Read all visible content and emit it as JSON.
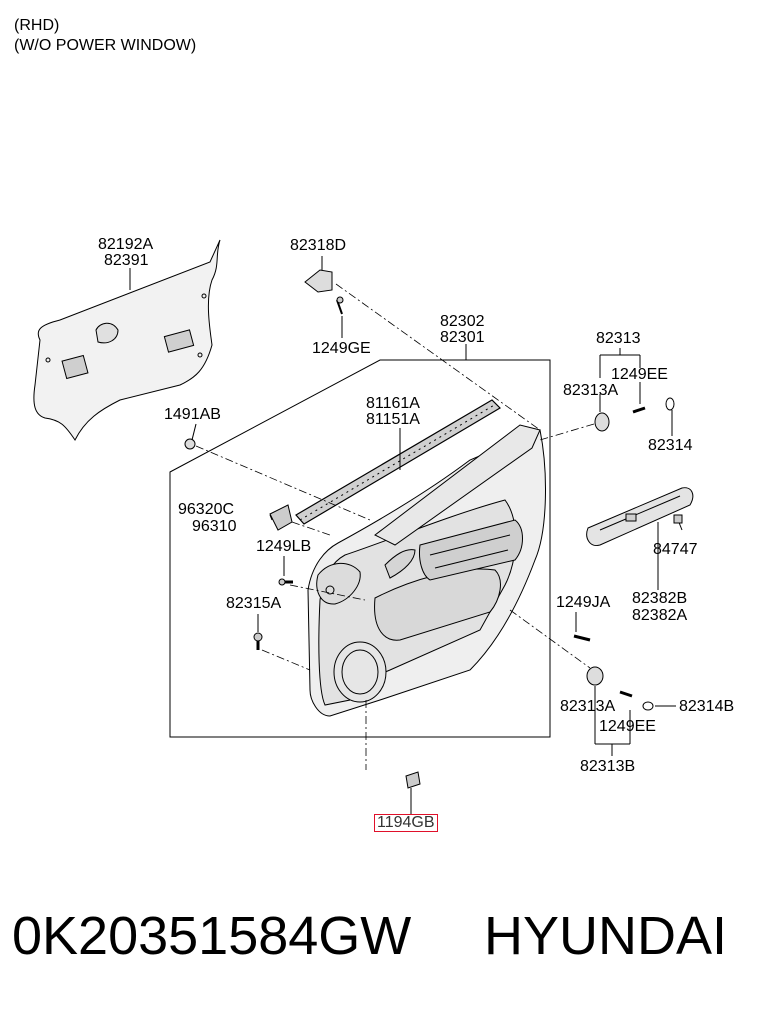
{
  "header": {
    "note_1": "(RHD)",
    "note_2": "(W/O POWER WINDOW)"
  },
  "labels": {
    "p82192A": "82192A",
    "p82391": "82391",
    "p82318D": "82318D",
    "p1249GE": "1249GE",
    "p82302": "82302",
    "p82301": "82301",
    "p82313": "82313",
    "p82313A_top": "82313A",
    "p1249EE_top": "1249EE",
    "p82314": "82314",
    "p1491AB": "1491AB",
    "p81161A": "81161A",
    "p81151A": "81151A",
    "p96320C": "96320C",
    "p96310": "96310",
    "p1249LB": "1249LB",
    "p82315A": "82315A",
    "p84747": "84747",
    "p82382B": "82382B",
    "p82382A": "82382A",
    "p1249JA": "1249JA",
    "p82313A_bot": "82313A",
    "p82314B": "82314B",
    "p1249EE_bot": "1249EE",
    "p82313B": "82313B",
    "p1194GB": "1194GB"
  },
  "footer": {
    "part_number": "0K20351584GW",
    "brand": "HYUNDAI"
  },
  "colors": {
    "line": "#000000",
    "part_fill": "#efefef",
    "highlight": "#e0102a"
  }
}
